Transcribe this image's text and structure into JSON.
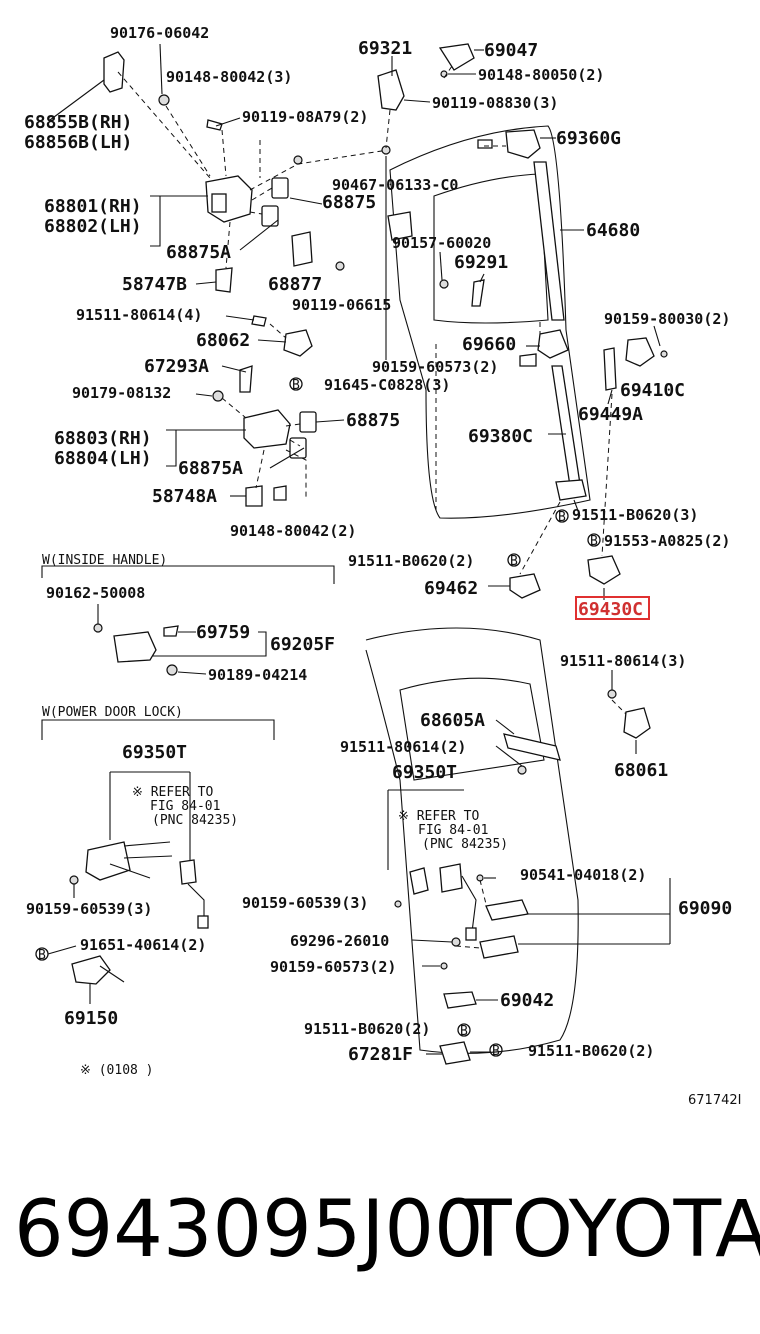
{
  "diagram": {
    "labels": {
      "p90176": "90176-06042",
      "p90148a": "90148-80042(3)",
      "p68855": "68855B(RH)",
      "p68856": "68856B(LH)",
      "p90119a": "90119-08A79(2)",
      "p68801": "68801(RH)",
      "p68802": "68802(LH)",
      "p68875a": "68875",
      "p68875A1": "68875A",
      "p58747": "58747B",
      "p68877": "68877",
      "p90119b": "90119-06615",
      "p91511a": "91511-80614(4)",
      "p68062": "68062",
      "p67293": "67293A",
      "p90179": "90179-08132",
      "p91645": "91645-C0828(3)",
      "p68803": "68803(RH)",
      "p68804": "68804(LH)",
      "p68875b": "68875",
      "p68875A2": "68875A",
      "p58748": "58748A",
      "p90148b": "90148-80042(2)",
      "p69321": "69321",
      "p69047": "69047",
      "p90148c": "90148-80050(2)",
      "p90119c": "90119-08830(3)",
      "p69360": "69360G",
      "p90467": "90467-06133-C0",
      "p64680": "64680",
      "p90157": "90157-60020",
      "p69291": "69291",
      "p90159a": "90159-80030(2)",
      "p69660": "69660",
      "p90159b": "90159-60573(2)",
      "p69410": "69410C",
      "p69449": "69449A",
      "p69380": "69380C",
      "p91511b": "91511-B0620(3)",
      "p91553": "91553-A0825(2)",
      "p91511c": "91511-B0620(2)",
      "p69462": "69462",
      "p69430": "69430C",
      "p91511d": "91511-80614(3)",
      "p68061": "68061",
      "p68605": "68605A",
      "p91511e": "91511-80614(2)",
      "p69350b": "69350T",
      "p90541": "90541-04018(2)",
      "p90159c": "90159-60539(3)",
      "p69090": "69090",
      "p69296": "69296-26010",
      "p90159d": "90159-60573(2)",
      "p69042": "69042",
      "p91511f": "91511-B0620(2)",
      "p67281": "67281F",
      "p91511g": "91511-B0620(2)",
      "wInside": "W(INSIDE HANDLE)",
      "p90162": "90162-50008",
      "p69759": "69759",
      "p69205": "69205F",
      "p90189": "90189-04214",
      "wPower": "W(POWER DOOR LOCK)",
      "p69350a": "69350T",
      "referA1": "※ REFER TO",
      "referA2": "FIG 84-01",
      "referA3": "(PNC 84235)",
      "referB1": "※ REFER TO",
      "referB2": "FIG 84-01",
      "referB3": "(PNC 84235)",
      "p90159e": "90159-60539(3)",
      "p91651": "91651-40614(2)",
      "p69150": "69150",
      "note": "※ (0108     )",
      "figId": "671742I",
      "boltMark": "B"
    },
    "highlighted_part": "69430C",
    "highlight_color": "#e03030"
  },
  "footer": {
    "part_number": "6943095J00",
    "brand": "TOYOTA"
  }
}
